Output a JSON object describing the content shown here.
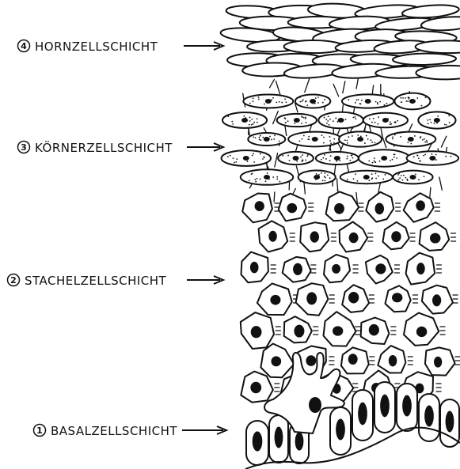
{
  "layers": [
    {
      "number": "4",
      "label": "HORNZELLSCHICHT"
    },
    {
      "number": "3",
      "label": "KÖRNERZELLSCHICHT"
    },
    {
      "number": "2",
      "label": "STACHELZELLSCHICHT"
    },
    {
      "number": "1",
      "label": "BASALZELLSCHICHT"
    }
  ],
  "colors": {
    "ink": "#111111",
    "paper": "#ffffff"
  }
}
